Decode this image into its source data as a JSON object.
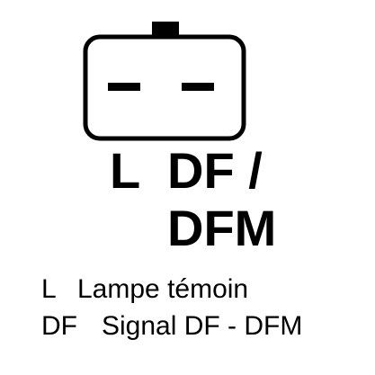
{
  "connector": {
    "pins": [
      {
        "label": "L"
      },
      {
        "label": "DF /"
      },
      {
        "label": "DFM"
      }
    ]
  },
  "legend": [
    {
      "key": "L",
      "text": "Lampe témoin"
    },
    {
      "key": "DF",
      "text": "Signal DF - DFM"
    }
  ],
  "colors": {
    "foreground": "#000000",
    "background": "#ffffff"
  }
}
